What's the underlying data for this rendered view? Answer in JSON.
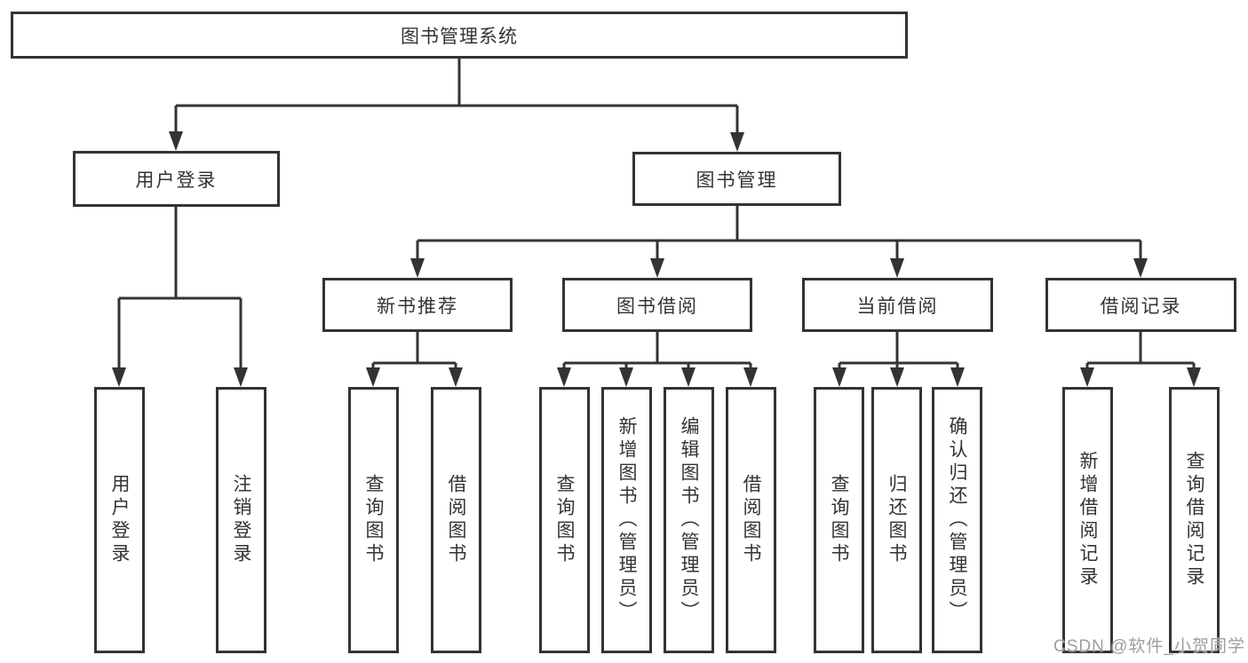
{
  "tree": {
    "label": "图书管理系统",
    "children": [
      {
        "label": "用户登录",
        "children": [
          {
            "label": "用户登录"
          },
          {
            "label": "注销登录"
          }
        ]
      },
      {
        "label": "图书管理",
        "children": [
          {
            "label": "新书推荐",
            "children": [
              {
                "label": "查询图书"
              },
              {
                "label": "借阅图书"
              }
            ]
          },
          {
            "label": "图书借阅",
            "children": [
              {
                "label": "查询图书"
              },
              {
                "label": "新增图书（管理员）"
              },
              {
                "label": "编辑图书（管理员）"
              },
              {
                "label": "借阅图书"
              }
            ]
          },
          {
            "label": "当前借阅",
            "children": [
              {
                "label": "查询图书"
              },
              {
                "label": "归还图书"
              },
              {
                "label": "确认归还（管理员）"
              }
            ]
          },
          {
            "label": "借阅记录",
            "children": [
              {
                "label": "新增借阅记录"
              },
              {
                "label": "查询借阅记录"
              }
            ]
          }
        ]
      }
    ]
  },
  "watermark": {
    "text": "CSDN @软件_小贺同学"
  },
  "colors": {
    "line": "#333333",
    "box_border": "#333333",
    "text": "#333333",
    "background": "#ffffff",
    "watermark": "#9e9e9e"
  }
}
